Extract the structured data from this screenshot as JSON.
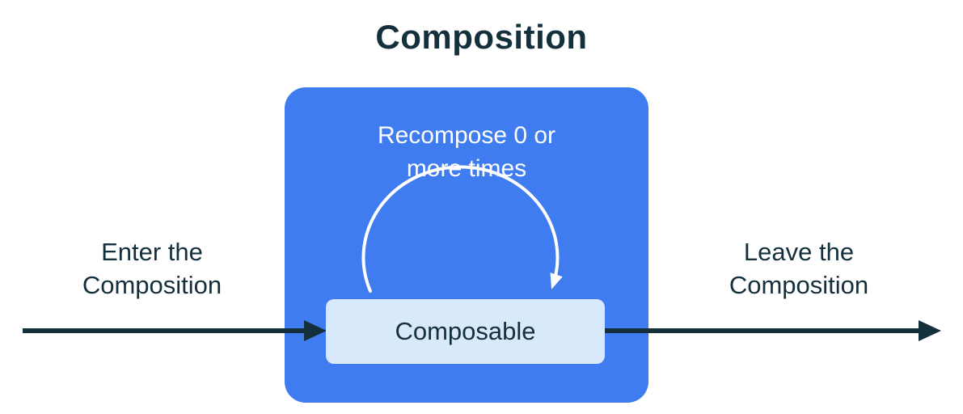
{
  "title": "Composition",
  "flow": {
    "enter_label": "Enter the\nComposition",
    "leave_label": "Leave the\nComposition"
  },
  "composition": {
    "recompose_label": "Recompose 0 or\nmore times",
    "composable_label": "Composable"
  },
  "colors": {
    "background": "#ffffff",
    "box_blue": "#3e7cf0",
    "composable_fill": "#d9e9fc",
    "text_dark": "#14303c",
    "arrow": "#14303c",
    "arc": "#ffffff"
  }
}
